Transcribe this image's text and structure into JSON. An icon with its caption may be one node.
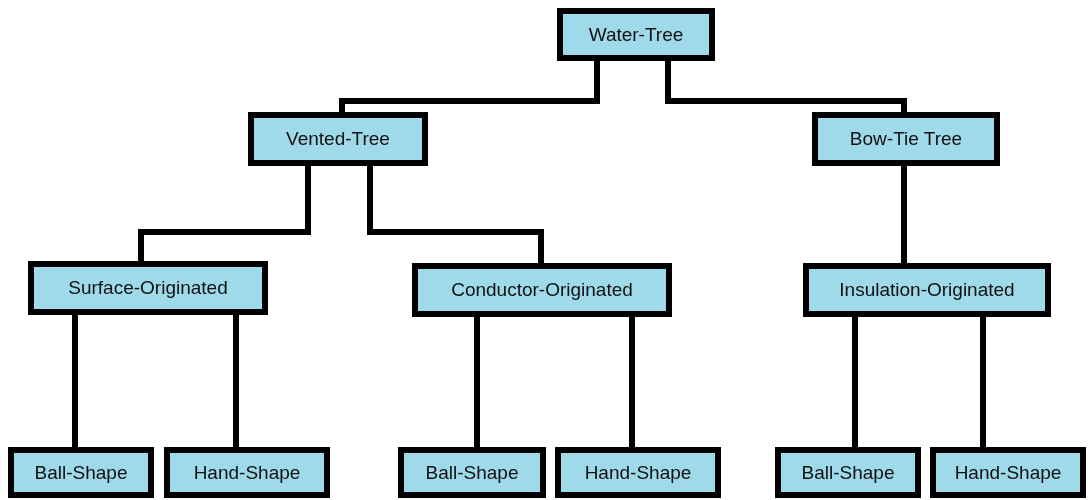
{
  "diagram": {
    "nodes": [
      {
        "text": [
          "Water-Tree"
        ]
      },
      {
        "text": [
          "Vented-Tree"
        ]
      },
      {
        "text": [
          "Bow-Tie Tree"
        ]
      },
      {
        "text": [
          "Surface-Originated"
        ]
      },
      {
        "text": [
          "Conductor-Originated"
        ]
      },
      {
        "text": [
          "Insulation-Originated"
        ]
      },
      {
        "text": [
          "Ball-Shape"
        ]
      },
      {
        "text": [
          "Hand-Shape"
        ]
      },
      {
        "text": [
          "Ball-Shape"
        ]
      },
      {
        "text": [
          "Hand-Shape"
        ]
      },
      {
        "text": [
          "Ball-Shape"
        ]
      },
      {
        "text": [
          "Hand-Shape"
        ]
      }
    ],
    "edges": [
      {
        "from": 0,
        "to": 1,
        "arrow": "none"
      },
      {
        "from": 0,
        "to": 2,
        "arrow": "none"
      },
      {
        "from": 1,
        "to": 3,
        "arrow": "none"
      },
      {
        "from": 1,
        "to": 4,
        "arrow": "none"
      },
      {
        "from": 2,
        "to": 5,
        "arrow": "none"
      },
      {
        "from": 3,
        "to": 6,
        "arrow": "none"
      },
      {
        "from": 3,
        "to": 7,
        "arrow": "none"
      },
      {
        "from": 4,
        "to": 8,
        "arrow": "none"
      },
      {
        "from": 4,
        "to": 9,
        "arrow": "none"
      },
      {
        "from": 5,
        "to": 10,
        "arrow": "none"
      },
      {
        "from": 5,
        "to": 11,
        "arrow": "none"
      }
    ]
  }
}
